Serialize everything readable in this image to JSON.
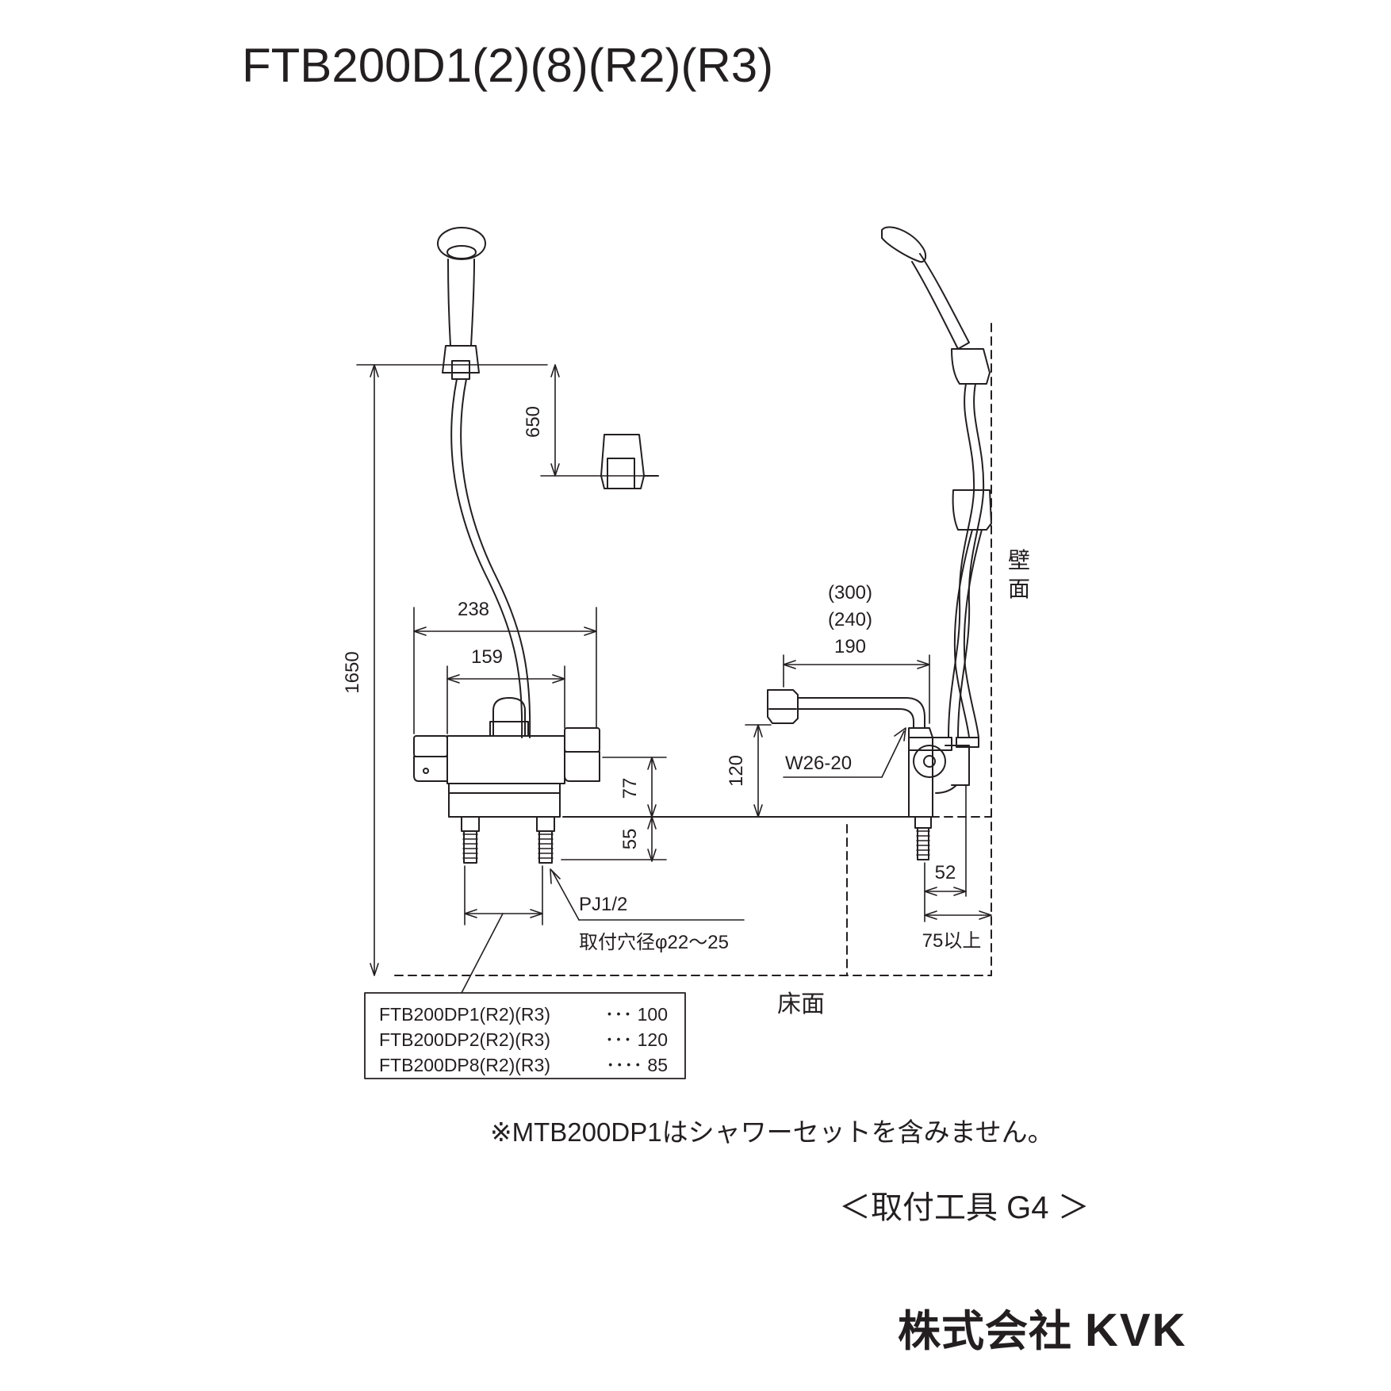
{
  "header": {
    "title": "FTB200D1(2)(8)(R2)(R3)"
  },
  "dimensions": {
    "d1650": "1650",
    "d650": "650",
    "d238": "238",
    "d159": "159",
    "d120": "120",
    "d77": "77",
    "d55": "55",
    "d300": "(300)",
    "d240": "(240)",
    "d190": "190",
    "d52": "52",
    "d75": "75以上"
  },
  "labels": {
    "w26": "W26-20",
    "pj": "PJ1/2",
    "hole": "取付穴径φ22～25",
    "wall_1": "壁",
    "wall_2": "面",
    "floor": "床面"
  },
  "variants": [
    {
      "model": "FTB200DP1(R2)(R3)",
      "value": "･･･ 100"
    },
    {
      "model": "FTB200DP2(R2)(R3)",
      "value": "･･･ 120"
    },
    {
      "model": "FTB200DP8(R2)(R3)",
      "value": "････ 85"
    }
  ],
  "footer": {
    "note": "※MTB200DP1はシャワーセットを含みません。",
    "tool": "＜取付工具 G4 ＞",
    "brand_jp": "株式会社",
    "brand_en": "KVK"
  },
  "colors": {
    "ink": "#231f20",
    "background": "#ffffff"
  }
}
